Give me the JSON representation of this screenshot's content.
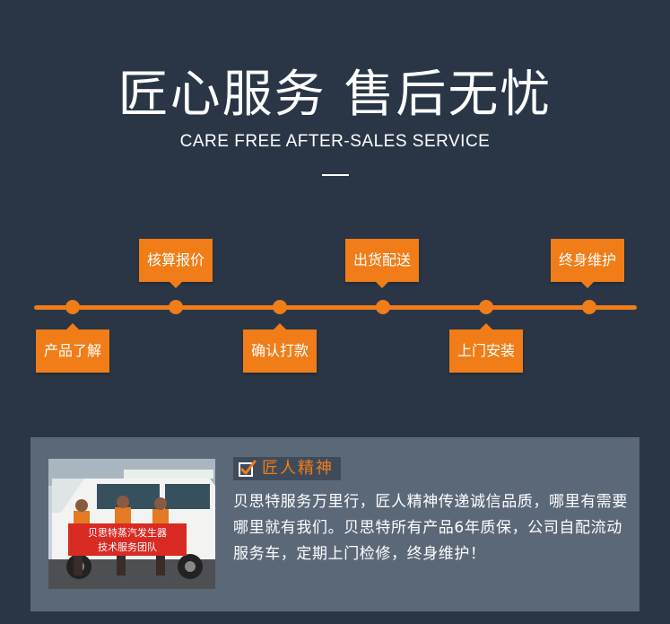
{
  "header": {
    "title": "匠心服务 售后无忧",
    "subtitle": "CARE FREE AFTER-SALES SERVICE"
  },
  "timeline": {
    "steps_top": [
      {
        "label": "核算报价"
      },
      {
        "label": "出货配送"
      },
      {
        "label": "终身维护"
      }
    ],
    "steps_bottom": [
      {
        "label": "产品了解"
      },
      {
        "label": "确认打款"
      },
      {
        "label": "上门安装"
      }
    ]
  },
  "card": {
    "badge": "匠人精神",
    "description": "贝思特服务万里行，匠人精神传递诚信品质，哪里有需要哪里就有我们。贝思特所有产品6年质保，公司自配流动服务车，定期上门检修，终身维护！",
    "photo_banner_line1": "贝思特蒸汽发生器",
    "photo_banner_line2": "技术服务团队"
  },
  "colors": {
    "background": "#2a3646",
    "accent": "#f07d18",
    "card": "#5b6878"
  }
}
